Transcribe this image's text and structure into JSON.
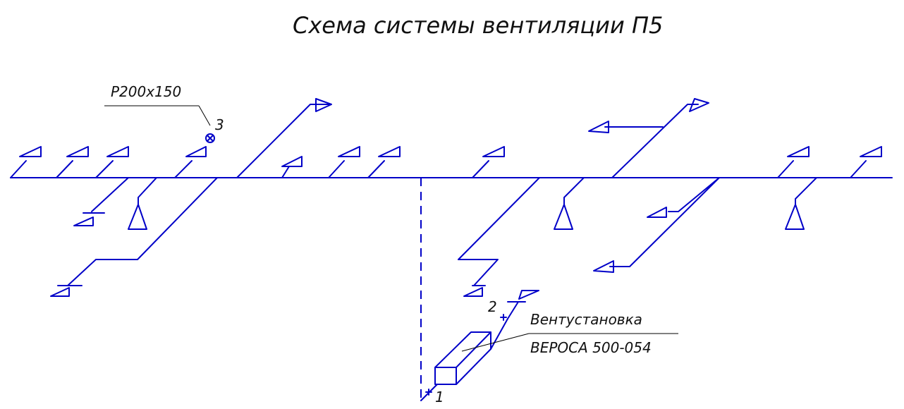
{
  "title": "Схема системы вентиляции П5",
  "labels": {
    "grille": "Р200х150",
    "unit_name": "Вентустановка",
    "unit_model": "ВЕРОСА 500-054"
  },
  "markers": {
    "m1": "1",
    "m2": "2",
    "m3": "3"
  },
  "colors": {
    "duct": "#0000c8",
    "text": "#111111"
  }
}
